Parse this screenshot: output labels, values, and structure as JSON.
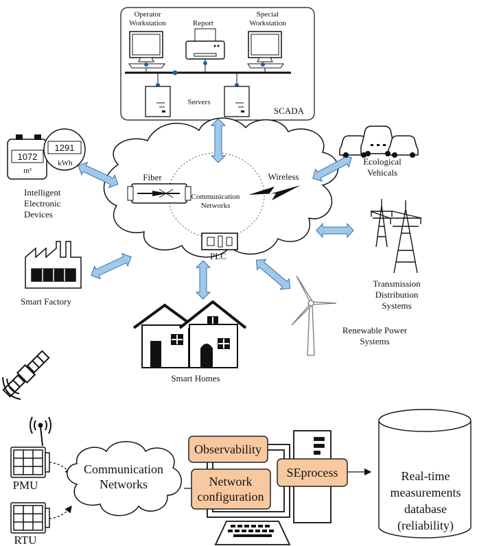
{
  "top": {
    "scada": {
      "label": "SCADA",
      "operator_workstation": [
        "Operator",
        "Workstation"
      ],
      "report": "Report",
      "special_workstation": [
        "Special",
        "Workstation"
      ],
      "servers": "Servers"
    },
    "cloud": {
      "center": [
        "Communication",
        "Networks"
      ],
      "fiber": "Fiber",
      "wireless": "Wireless",
      "plc": "PLC"
    },
    "meter": {
      "left_value": "1072",
      "left_unit": "m³",
      "right_value": "1291",
      "right_unit": "kWh",
      "caption": [
        "Intelligent",
        "Electronic",
        "Devices"
      ]
    },
    "vehicles": [
      "Ecological",
      "Vehicals"
    ],
    "transmission": [
      "Transmission",
      "Distribution",
      "Systems"
    ],
    "factory": "Smart Factory",
    "renewable": [
      "Renewable  Power",
      "Systems"
    ],
    "homes": "Smart Homes"
  },
  "bottom": {
    "pmu": "PMU",
    "rtu": "RTU",
    "cloud": [
      "Communication",
      "Networks"
    ],
    "observability": "Observability",
    "network_config": [
      "Network",
      "configuration"
    ],
    "seprocess": "SEprocess",
    "database": [
      "Real-time",
      "measurements",
      "database",
      "(reliability)"
    ]
  },
  "colors": {
    "arrow_fill": "#9ec9ec",
    "arrow_stroke": "#3c6fa3",
    "box_fill": "#f8c9a0",
    "box_stroke": "#222222",
    "link_dot": "#1f5fa8"
  }
}
